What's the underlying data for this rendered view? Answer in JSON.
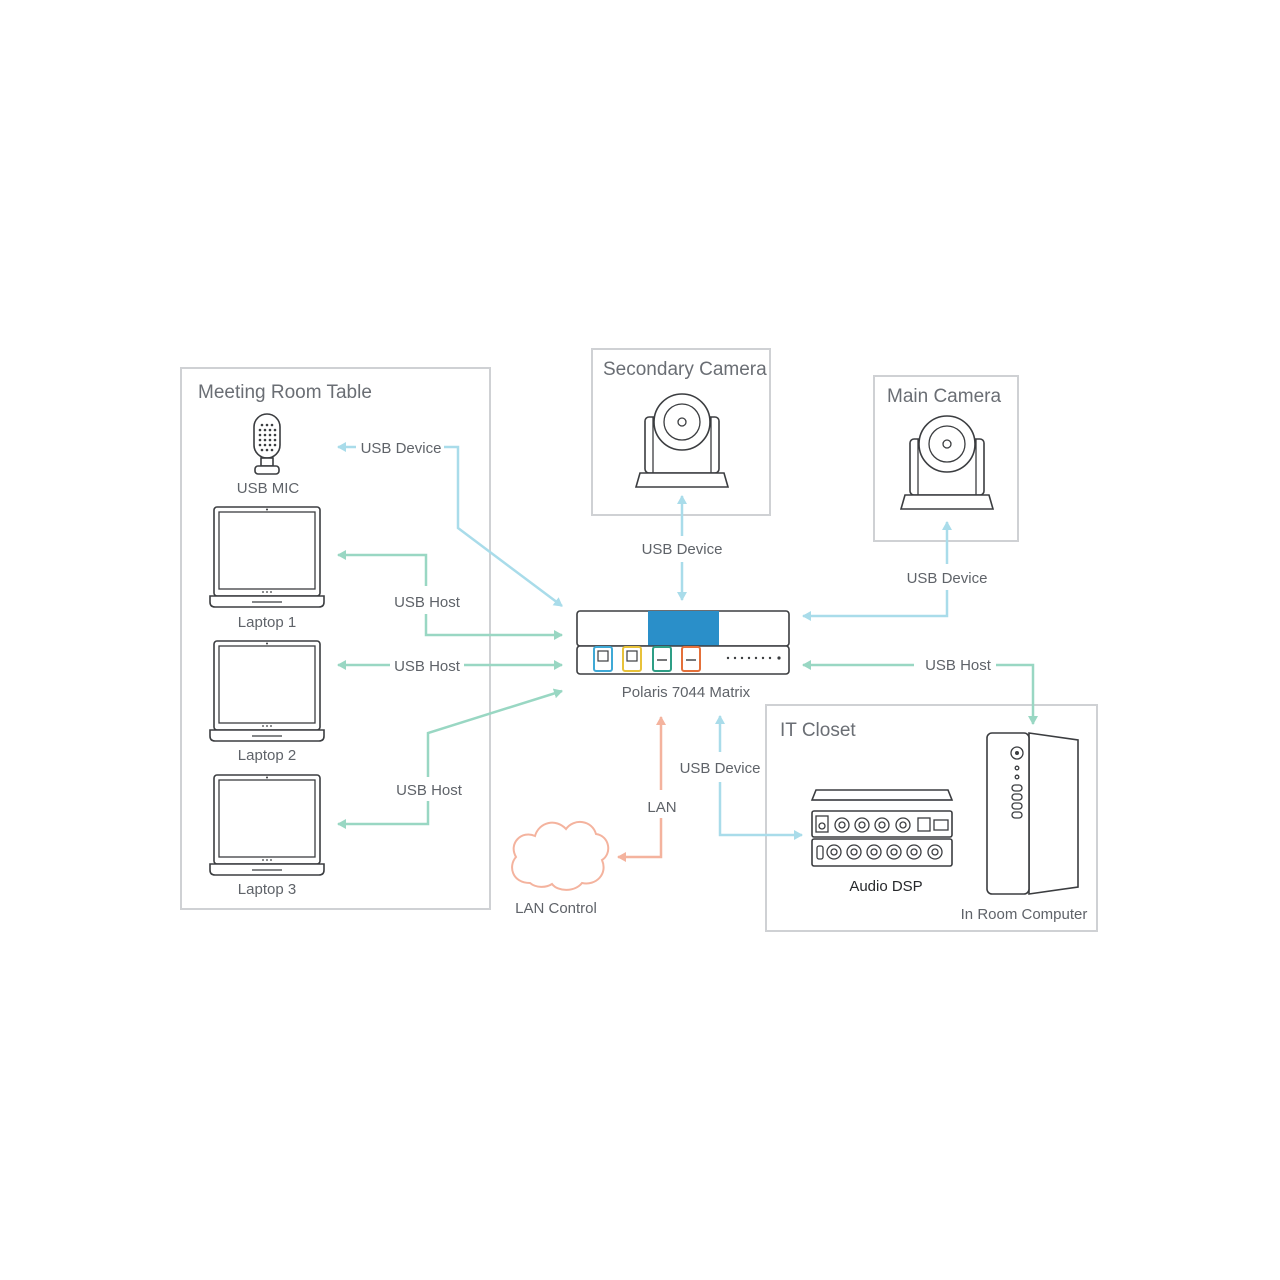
{
  "colors": {
    "usb_device": "#a9dcea",
    "usb_host": "#99d7c3",
    "lan": "#f4b39e",
    "matrix_accent": "#2a8fc9",
    "box_border": "#cfd1d4",
    "port_colors": [
      "#3fa9d6",
      "#e8c23a",
      "#2e9e86",
      "#e4703a"
    ]
  },
  "groups": {
    "meeting_room": "Meeting Room Table",
    "secondary_camera": "Secondary Camera",
    "main_camera": "Main Camera",
    "it_closet": "IT Closet"
  },
  "devices": {
    "usb_mic": "USB MIC",
    "laptop_1": "Laptop 1",
    "laptop_2": "Laptop 2",
    "laptop_3": "Laptop 3",
    "matrix": "Polaris 7044 Matrix",
    "lan_control": "LAN Control",
    "audio_dsp": "Audio DSP",
    "room_computer": "In Room Computer"
  },
  "connections": {
    "mic": "USB Device",
    "laptop_1": "USB Host",
    "laptop_2": "USB Host",
    "laptop_3": "USB Host",
    "secondary_camera": "USB Device",
    "main_camera": "USB Device",
    "room_computer": "USB Host",
    "audio_dsp": "USB Device",
    "lan": "LAN"
  },
  "icons": {
    "mic": "microphone-icon",
    "laptop": "laptop-icon",
    "camera": "ptz-camera-icon",
    "cloud": "cloud-icon",
    "dsp": "audio-dsp-icon",
    "computer": "tower-computer-icon",
    "matrix": "usb-matrix-switch-icon"
  }
}
